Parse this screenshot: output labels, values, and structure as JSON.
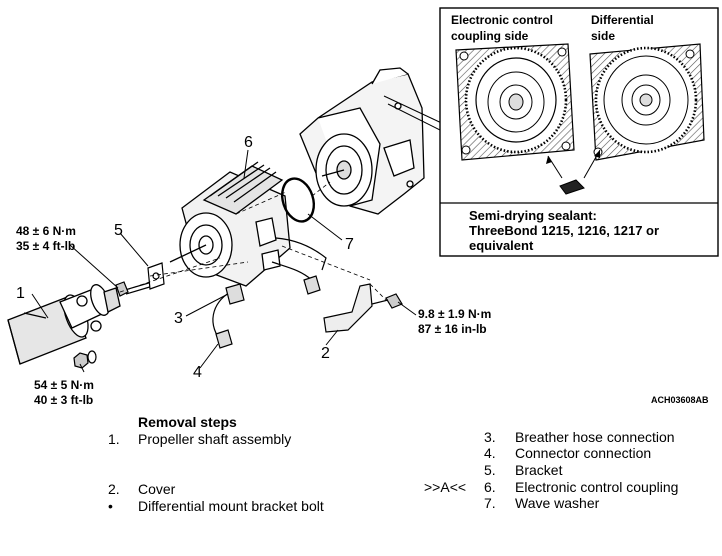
{
  "figure_code": "ACH03608AB",
  "callouts": [
    "1",
    "2",
    "3",
    "4",
    "5",
    "6",
    "7"
  ],
  "torque_specs": {
    "bracket_bolt": [
      "48 ± 6 N·m",
      "35 ± 4 ft-lb"
    ],
    "flange_nut": [
      "54 ± 5 N·m",
      "40 ± 3 ft-lb"
    ],
    "breather_bolt": [
      "9.8 ± 1.9 N·m",
      "87 ± 16 in-lb"
    ]
  },
  "inset": {
    "left_heading": [
      "Electronic control",
      "coupling side"
    ],
    "right_heading": [
      "Differential",
      "side"
    ],
    "sealant_note": [
      "Semi-drying sealant:",
      "ThreeBond 1215, 1216, 1217 or",
      "equivalent"
    ]
  },
  "removal_steps": {
    "title": "Removal steps",
    "left": [
      {
        "marker": "1.",
        "text": "Propeller shaft assembly"
      },
      {
        "marker": "2.",
        "text": "Cover"
      },
      {
        "marker": "•",
        "text": "Differential mount bracket bolt"
      }
    ],
    "right": [
      {
        "ref": "",
        "marker": "3.",
        "text": "Breather hose connection"
      },
      {
        "ref": "",
        "marker": "4.",
        "text": "Connector connection"
      },
      {
        "ref": "",
        "marker": "5.",
        "text": "Bracket"
      },
      {
        "ref": ">>A<<",
        "marker": "6.",
        "text": "Electronic control coupling"
      },
      {
        "ref": "",
        "marker": "7.",
        "text": "Wave washer"
      }
    ]
  },
  "colors": {
    "ink": "#000000",
    "paper": "#ffffff",
    "hatch": "#6e6e6e",
    "shade": "#d8d8d8"
  }
}
